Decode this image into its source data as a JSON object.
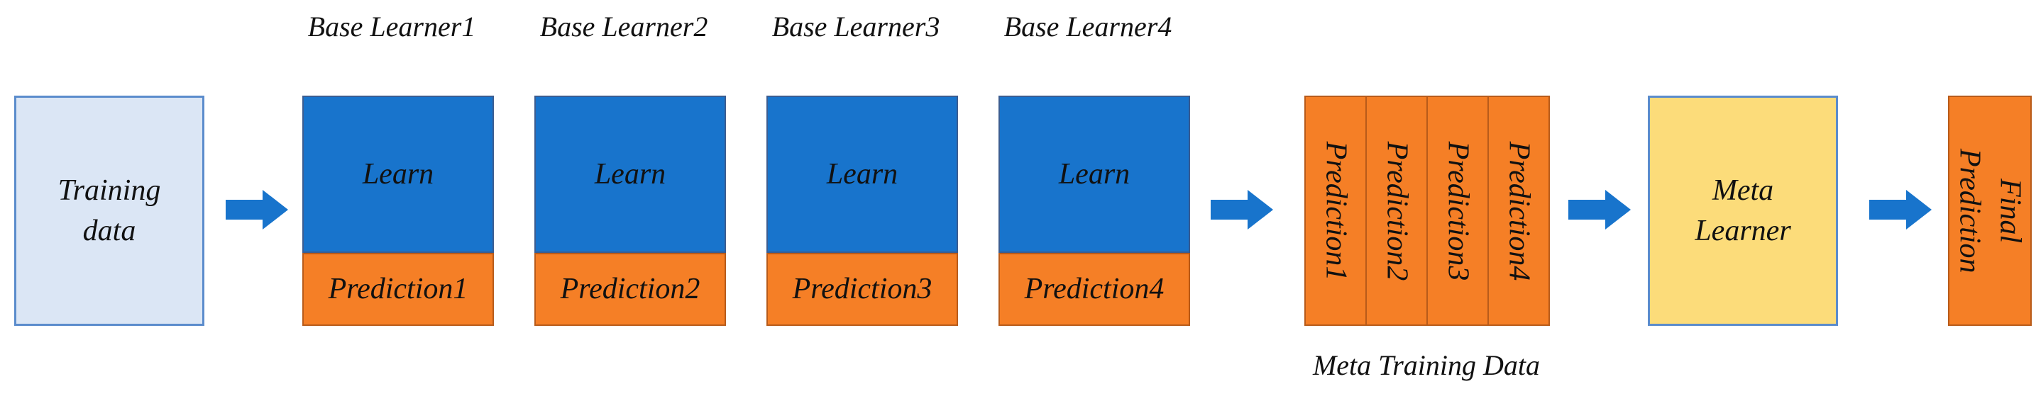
{
  "base_learners": [
    {
      "heading": "Base Learner1",
      "learn": "Learn",
      "prediction": "Prediction1"
    },
    {
      "heading": "Base Learner2",
      "learn": "Learn",
      "prediction": "Prediction2"
    },
    {
      "heading": "Base Learner3",
      "learn": "Learn",
      "prediction": "Prediction3"
    },
    {
      "heading": "Base Learner4",
      "learn": "Learn",
      "prediction": "Prediction4"
    }
  ],
  "training_data": {
    "line1": "Training",
    "line2": "data"
  },
  "meta_training": {
    "columns": [
      "Prediction1",
      "Prediction2",
      "Prediction3",
      "Prediction4"
    ],
    "caption": "Meta Training Data"
  },
  "meta_learner": {
    "line1": "Meta",
    "line2": "Learner"
  },
  "final": {
    "line1": "Final",
    "line2": "Prediction"
  },
  "colors": {
    "training_fill": "#dbe6f5",
    "learn_fill": "#1874cc",
    "prediction_fill": "#f57f26",
    "meta_learner_fill": "#fcdc7a",
    "arrow_fill": "#1874cc"
  }
}
